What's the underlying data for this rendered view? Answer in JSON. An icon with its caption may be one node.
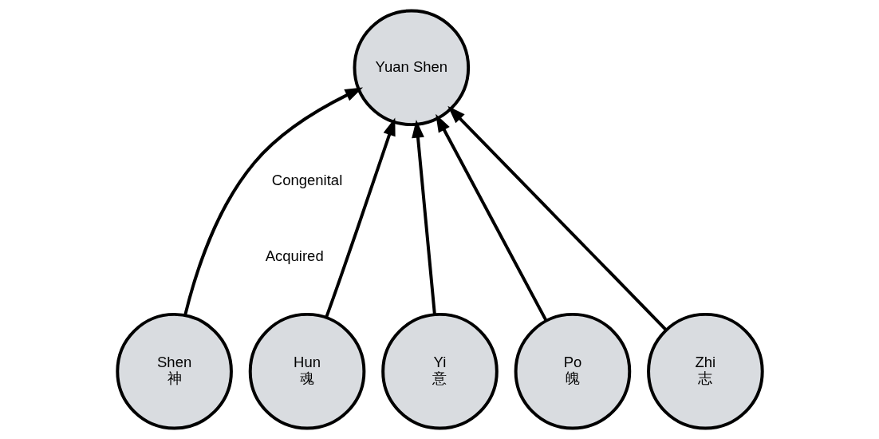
{
  "diagram": {
    "nodes": [
      {
        "text": [
          "Yuan Shen"
        ]
      },
      {
        "text": [
          "Shen",
          "神"
        ]
      },
      {
        "text": [
          "Hun",
          "魂"
        ]
      },
      {
        "text": [
          "Yi",
          "意"
        ]
      },
      {
        "text": [
          "Po",
          "魄"
        ]
      },
      {
        "text": [
          "Zhi",
          "志"
        ]
      }
    ],
    "edges": [
      {
        "from": 1,
        "to": 0,
        "arrow": "to"
      },
      {
        "from": 2,
        "to": 0,
        "arrow": "to"
      },
      {
        "from": 3,
        "to": 0,
        "arrow": "to"
      },
      {
        "from": 4,
        "to": 0,
        "arrow": "to"
      },
      {
        "from": 5,
        "to": 0,
        "arrow": "to"
      }
    ],
    "labels": [
      "Congenital",
      "Acquired"
    ]
  }
}
